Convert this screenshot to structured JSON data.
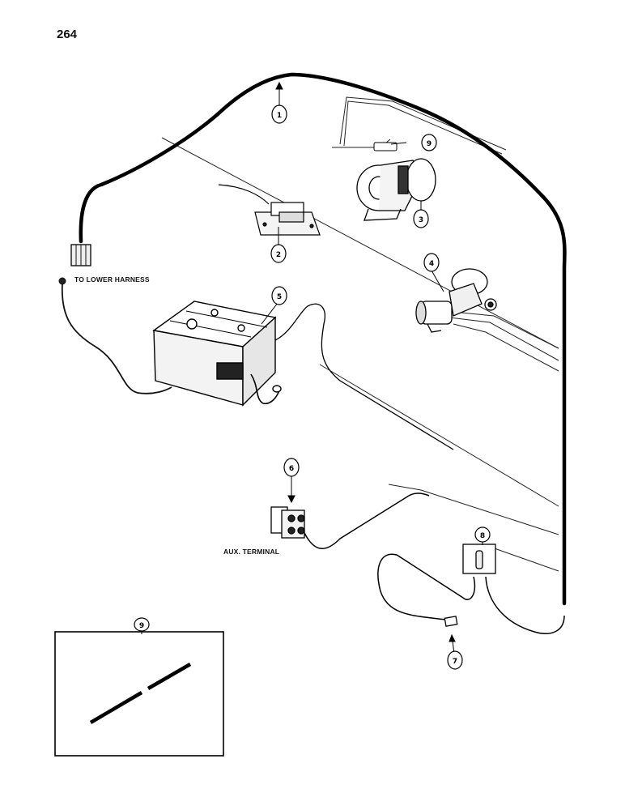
{
  "page": {
    "number": "264"
  },
  "labels": {
    "to_lower_harness": "TO LOWER HARNESS",
    "aux_terminal": "AUX. TERMINAL"
  },
  "callouts": [
    {
      "id": "harness",
      "number": "1"
    },
    {
      "id": "dome-lamp",
      "number": "2"
    },
    {
      "id": "blower-motor",
      "number": "3"
    },
    {
      "id": "valve-solenoid",
      "number": "4"
    },
    {
      "id": "radio-box",
      "number": "5"
    },
    {
      "id": "aux-terminal",
      "number": "6"
    },
    {
      "id": "connector",
      "number": "7"
    },
    {
      "id": "fuse-holder",
      "number": "8"
    },
    {
      "id": "jumper-top",
      "number": "9"
    },
    {
      "id": "jumper-inset",
      "number": "9"
    }
  ]
}
